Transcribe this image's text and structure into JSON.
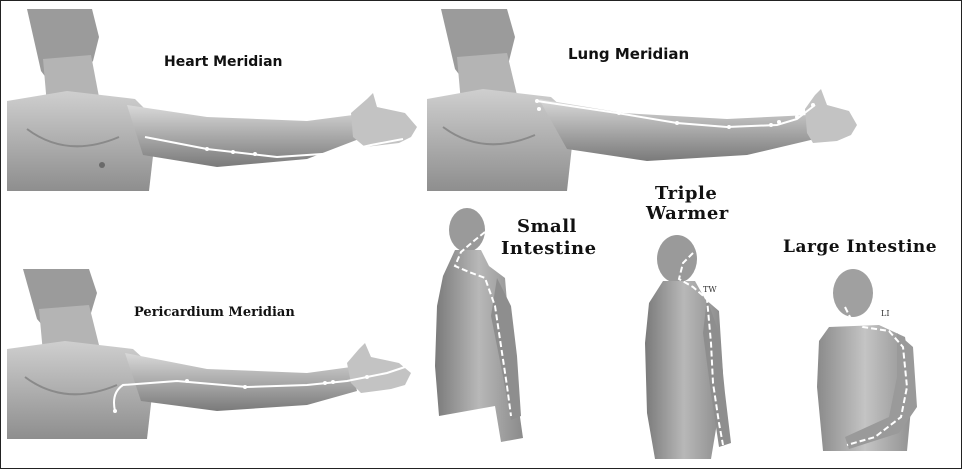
{
  "panels": {
    "heart": {
      "title": "Heart Meridian"
    },
    "lung": {
      "title": "Lung Meridian"
    },
    "pericardium": {
      "title": "Pericardium Meridian"
    },
    "small_intestine": {
      "title_line1": "Small",
      "title_line2": "Intestine"
    },
    "triple_warmer": {
      "title_line1": "Triple",
      "title_line2": "Warmer",
      "code": "TW"
    },
    "large_intestine": {
      "title": "Large Intestine",
      "code": "LI"
    }
  },
  "colors": {
    "skin_light": "#d6d6d6",
    "skin_mid": "#a9a9a9",
    "skin_dark": "#6e6e6e",
    "meridian_line": "#ffffff"
  }
}
